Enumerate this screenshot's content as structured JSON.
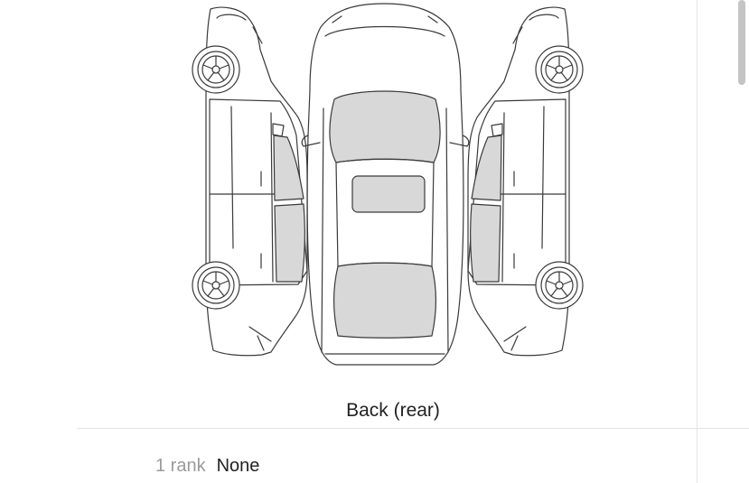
{
  "diagram": {
    "caption": "Back (rear)",
    "views": [
      "left-side",
      "top",
      "right-side"
    ]
  },
  "rank": {
    "label": "1 rank",
    "value": "None"
  },
  "colors": {
    "outline": "#3a3a3a",
    "glass": "#d8d8d8",
    "divider": "#e2e2e2",
    "muted_text": "#9a9a9a"
  }
}
